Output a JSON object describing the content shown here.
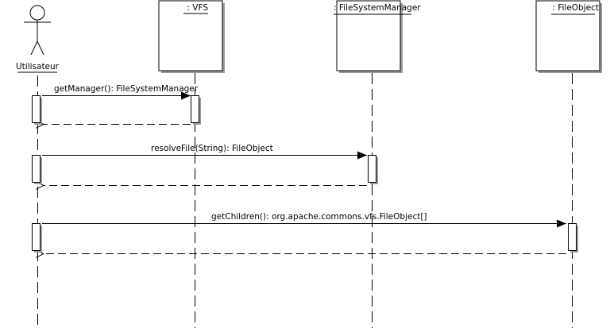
{
  "diagram": {
    "type": "uml-sequence",
    "actor": {
      "label": "Utilisateur",
      "icon": "stick-figure-actor-icon"
    },
    "lifelines": [
      {
        "id": "user",
        "label": "Utilisateur",
        "kind": "actor"
      },
      {
        "id": "vfs",
        "label": ": VFS",
        "kind": "object"
      },
      {
        "id": "fsm",
        "label": ": FileSystemManager",
        "kind": "object"
      },
      {
        "id": "fo",
        "label": ": FileObject",
        "kind": "object"
      }
    ],
    "messages": [
      {
        "from": "user",
        "to": "vfs",
        "label": "getManager(): FileSystemManager",
        "type": "sync",
        "has_return": true
      },
      {
        "from": "user",
        "to": "fsm",
        "label": "resolveFile(String): FileObject",
        "type": "sync",
        "has_return": true
      },
      {
        "from": "user",
        "to": "fo",
        "label": "getChildren(): org.apache.commons.vfs.FileObject[]",
        "type": "sync",
        "has_return": true
      }
    ],
    "colors": {
      "line": "#000000",
      "shadow": "#9a9a9a",
      "box_fill": "#ffffff"
    }
  }
}
